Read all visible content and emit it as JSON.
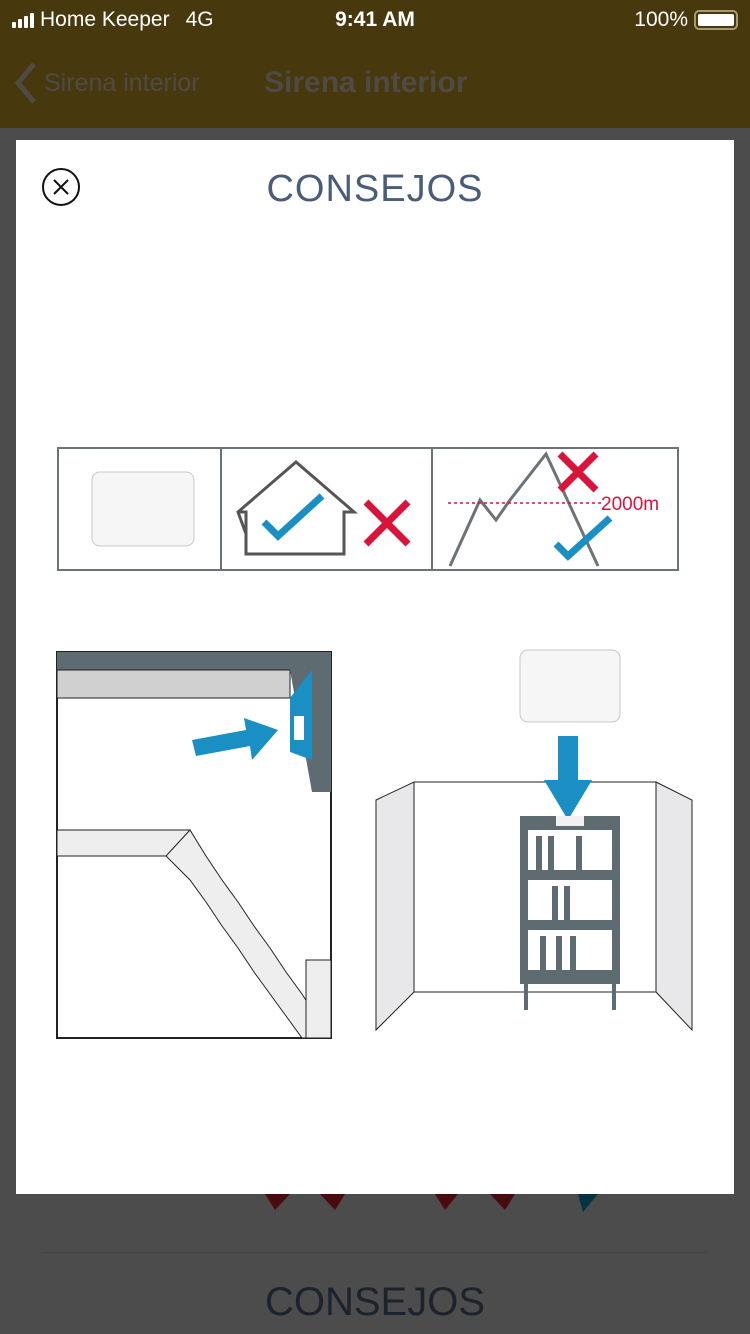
{
  "status_bar": {
    "carrier": "Home Keeper",
    "network": "4G",
    "time": "9:41 AM",
    "battery": "100%"
  },
  "nav": {
    "back_label": "Sirena interior",
    "title": "Sirena interior"
  },
  "background": {
    "title": "CONSEJOS"
  },
  "modal": {
    "title": "CONSEJOS",
    "altitude_label": "2000m"
  },
  "colors": {
    "nav_bg": "#48380e",
    "accent_blue": "#1a8fc4",
    "cross_red": "#d9143a",
    "title": "#4a5d78"
  }
}
